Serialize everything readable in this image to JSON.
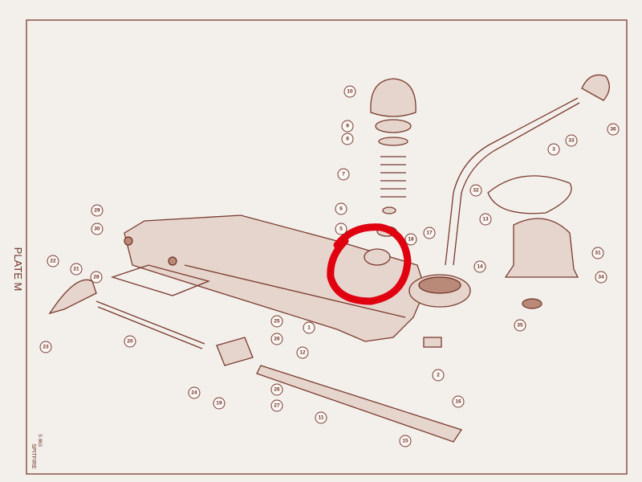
{
  "plate_title": "PLATE M",
  "model": "SPITFIRE",
  "ref_code": "S 863",
  "callouts": [
    "10",
    "9",
    "8",
    "7",
    "6",
    "5",
    "18",
    "17",
    "29",
    "30",
    "22",
    "21",
    "28",
    "23",
    "20",
    "25",
    "26",
    "1",
    "24",
    "19",
    "12",
    "26",
    "27",
    "11",
    "15",
    "16",
    "2",
    "14",
    "13",
    "33",
    "3",
    "36",
    "32",
    "31",
    "34",
    "35"
  ],
  "colors": {
    "ink": "#7a3a2e",
    "paper": "#f3f0ec",
    "highlight": "#e0000f"
  }
}
